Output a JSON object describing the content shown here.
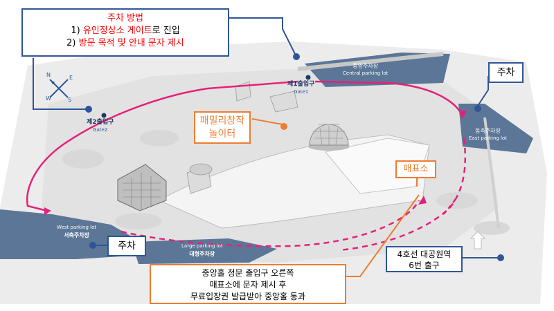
{
  "parking_method": {
    "title": "주차 방법",
    "step1_prefix": "1) ",
    "step1_highlight": "유인정상소 게이트",
    "step1_suffix": "로 진입",
    "step2_prefix": "2) ",
    "step2_highlight": "방문 목적 및 안내 문자 제시"
  },
  "gates": {
    "gate1_kr": "제1출입구",
    "gate1_en": "Gate1",
    "gate2_kr": "제2출입구",
    "gate2_en": "Gate2"
  },
  "parking_lots": {
    "central_kr": "중앙주차장",
    "central_en": "Central parking lot",
    "east_kr": "동측주차장",
    "east_en": "East parking lot",
    "west_en": "West parking lot",
    "west_kr": "서측주차장",
    "large_en": "Large parking lot",
    "large_kr": "대형주차장"
  },
  "callouts": {
    "parking_east": "주차",
    "parking_west": "주차",
    "family_playground_line1": "패밀리창작",
    "family_playground_line2": "놀이터",
    "ticket_office": "매표소",
    "subway_line1": "4호선 대공원역",
    "subway_line2": "6번 출구",
    "instruction_line1": "중앙홀 정문 출입구 오른쪽",
    "instruction_line2": "매표소에 문자 제시 후",
    "instruction_line3": "무료입장권 발급받아 중앙홀 통과"
  },
  "compass": {
    "north": "N",
    "east": "E",
    "south": "S",
    "west": "W"
  },
  "colors": {
    "route_magenta": "#e6207a",
    "callout_blue": "#2f5597",
    "callout_orange": "#ed7d31",
    "parking_lot_blue": "#5b7696",
    "highlight_red": "#ff0000"
  }
}
